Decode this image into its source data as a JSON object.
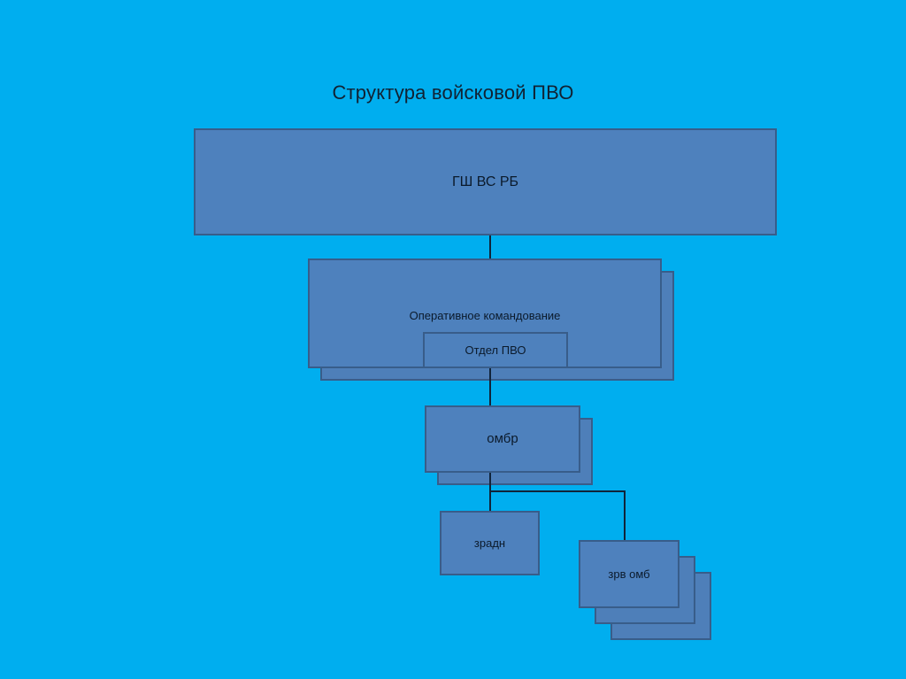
{
  "slide": {
    "title": "Структура войсковой ПВО",
    "background_color": "#00AEEF",
    "node_fill_color": "#4E81BD",
    "node_border_color": "#385D8A",
    "connector_color": "#10243A",
    "text_color": "#0B1A2B"
  },
  "chart_data": {
    "type": "diagram",
    "diagram_kind": "organizational-hierarchy",
    "title": "Структура войсковой ПВО",
    "nodes": [
      {
        "id": "gsh",
        "label": "ГШ ВС РБ",
        "level": 0,
        "stack_count": 1
      },
      {
        "id": "ok",
        "label": "Оперативное командование",
        "level": 1,
        "stack_count": 2
      },
      {
        "id": "otdel",
        "label": "Отдел ПВО",
        "level": 2,
        "stack_count": 1,
        "nested_in": "ok"
      },
      {
        "id": "ombr",
        "label": "омбр",
        "level": 3,
        "stack_count": 2
      },
      {
        "id": "zradn",
        "label": "зрадн",
        "level": 4,
        "stack_count": 1
      },
      {
        "id": "zrv",
        "label": "зрв омб",
        "level": 4,
        "stack_count": 3
      }
    ],
    "edges": [
      {
        "from": "gsh",
        "to": "ok"
      },
      {
        "from": "otdel",
        "to": "ombr"
      },
      {
        "from": "ombr",
        "to": "zradn"
      },
      {
        "from": "ombr",
        "to": "zrv"
      }
    ]
  }
}
